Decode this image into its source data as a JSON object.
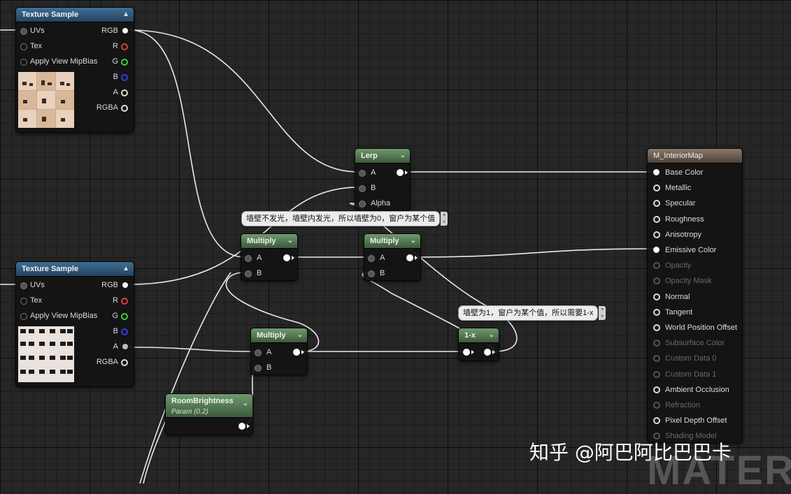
{
  "nodes": {
    "tex1": {
      "title": "Texture Sample",
      "inputs": [
        "UVs",
        "Tex",
        "Apply View MipBias"
      ],
      "outputs": [
        "RGB",
        "R",
        "G",
        "B",
        "A",
        "RGBA"
      ]
    },
    "tex2": {
      "title": "Texture Sample",
      "inputs": [
        "UVs",
        "Tex",
        "Apply View MipBias"
      ],
      "outputs": [
        "RGB",
        "R",
        "G",
        "B",
        "A",
        "RGBA"
      ]
    },
    "lerp": {
      "title": "Lerp",
      "inputs": [
        "A",
        "B",
        "Alpha"
      ]
    },
    "mul1": {
      "title": "Multiply",
      "inputs": [
        "A",
        "B"
      ]
    },
    "mul2": {
      "title": "Multiply",
      "inputs": [
        "A",
        "B"
      ]
    },
    "mul3": {
      "title": "Multiply",
      "inputs": [
        "A",
        "B"
      ]
    },
    "oneminus": {
      "title": "1-x"
    },
    "room": {
      "title": "RoomBrightness",
      "subtitle": "Param (0.2)"
    },
    "material": {
      "title": "M_InteriorMap",
      "pins": [
        {
          "label": "Base Color",
          "enabled": true,
          "connected": true
        },
        {
          "label": "Metallic",
          "enabled": true,
          "connected": false
        },
        {
          "label": "Specular",
          "enabled": true,
          "connected": false
        },
        {
          "label": "Roughness",
          "enabled": true,
          "connected": false
        },
        {
          "label": "Anisotropy",
          "enabled": true,
          "connected": false
        },
        {
          "label": "Emissive Color",
          "enabled": true,
          "connected": true
        },
        {
          "label": "Opacity",
          "enabled": false,
          "connected": false
        },
        {
          "label": "Opacity Mask",
          "enabled": false,
          "connected": false
        },
        {
          "label": "Normal",
          "enabled": true,
          "connected": false
        },
        {
          "label": "Tangent",
          "enabled": true,
          "connected": false
        },
        {
          "label": "World Position Offset",
          "enabled": true,
          "connected": false
        },
        {
          "label": "Subsurface Color",
          "enabled": false,
          "connected": false
        },
        {
          "label": "Custom Data 0",
          "enabled": false,
          "connected": false
        },
        {
          "label": "Custom Data 1",
          "enabled": false,
          "connected": false
        },
        {
          "label": "Ambient Occlusion",
          "enabled": true,
          "connected": false
        },
        {
          "label": "Refraction",
          "enabled": false,
          "connected": false
        },
        {
          "label": "Pixel Depth Offset",
          "enabled": true,
          "connected": false
        },
        {
          "label": "Shading Model",
          "enabled": false,
          "connected": false
        }
      ]
    }
  },
  "comments": {
    "c1": "墙壁不发光，墙壁内发光，所以墙壁为0，窗户为某个值",
    "c2": "墙壁为1，窗户为某个值，所以需要1-x"
  },
  "watermark": "知乎 @阿巴阿比巴巴卡",
  "background_text": "MATERI",
  "colors": {
    "texture_header": "#2f5a7e",
    "math_header": "#5b805a",
    "result_header": "#6e6052"
  }
}
